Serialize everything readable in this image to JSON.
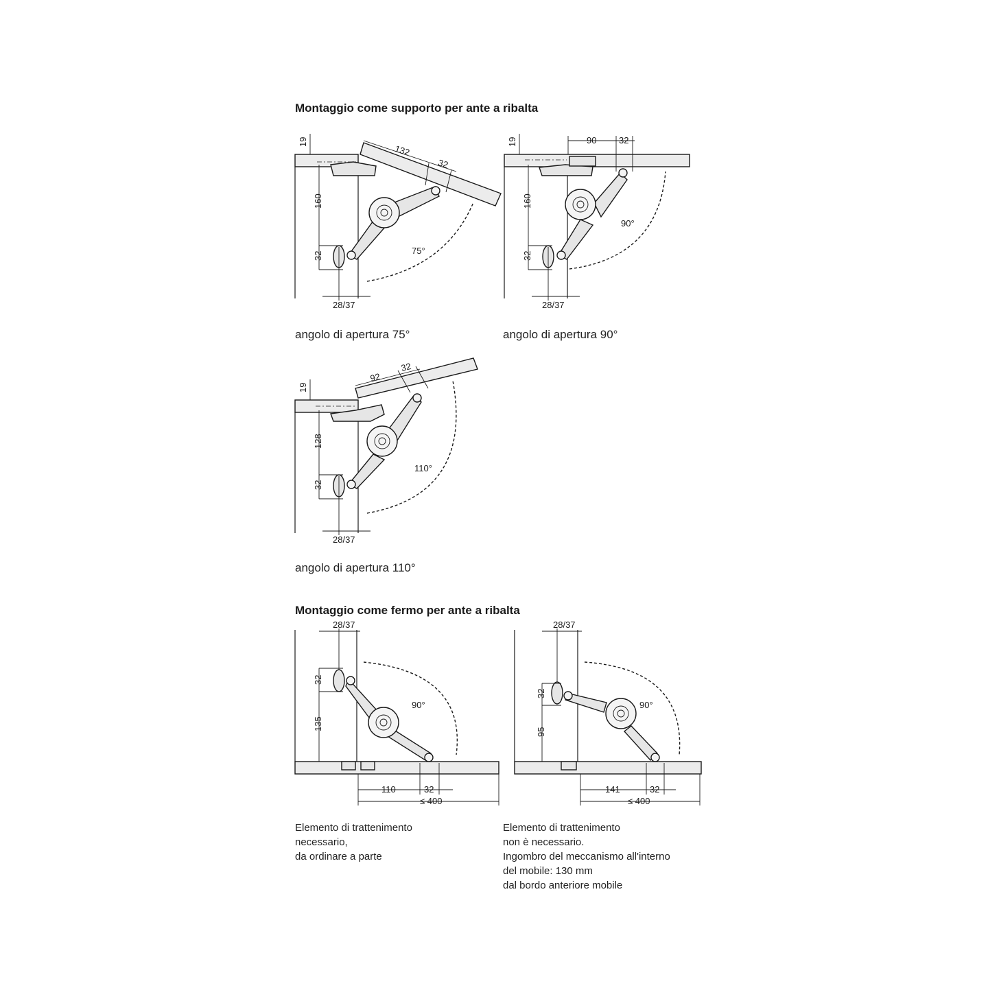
{
  "section_support": {
    "heading": "Montaggio come supporto per ante a ribalta"
  },
  "section_stop": {
    "heading": "Montaggio come fermo per ante a ribalta"
  },
  "figures": {
    "fig75": {
      "caption": "angolo di apertura 75°",
      "dims": {
        "thickness": "19",
        "height": "160",
        "hole_spacing": "32",
        "offset": "28/37",
        "lid_distance": "132",
        "lid_spacing": "32",
        "angle": "75°"
      }
    },
    "fig90": {
      "caption": "angolo di apertura 90°",
      "dims": {
        "thickness": "19",
        "height": "160",
        "hole_spacing": "32",
        "offset": "28/37",
        "lid_distance": "90",
        "lid_spacing": "32",
        "angle": "90°"
      }
    },
    "fig110": {
      "caption": "angolo di apertura 110°",
      "dims": {
        "thickness": "19",
        "height": "128",
        "hole_spacing": "32",
        "offset": "28/37",
        "lid_distance": "92",
        "lid_spacing": "32",
        "angle": "110°"
      }
    },
    "stop_a": {
      "dims": {
        "offset": "28/37",
        "hole_spacing": "32",
        "height": "135",
        "distance": "110",
        "spacing": "32",
        "max_width": "≤ 400",
        "angle": "90°"
      },
      "note": [
        "Elemento di trattenimento",
        "necessario,",
        "da ordinare a parte"
      ]
    },
    "stop_b": {
      "dims": {
        "offset": "28/37",
        "hole_spacing": "32",
        "height": "95",
        "distance": "141",
        "spacing": "32",
        "max_width": "≤ 400",
        "angle": "90°"
      },
      "note": [
        "Elemento di trattenimento",
        "non è necessario.",
        "Ingombro del meccanismo all'interno",
        "del mobile: 130 mm",
        "dal bordo anteriore mobile"
      ]
    }
  }
}
